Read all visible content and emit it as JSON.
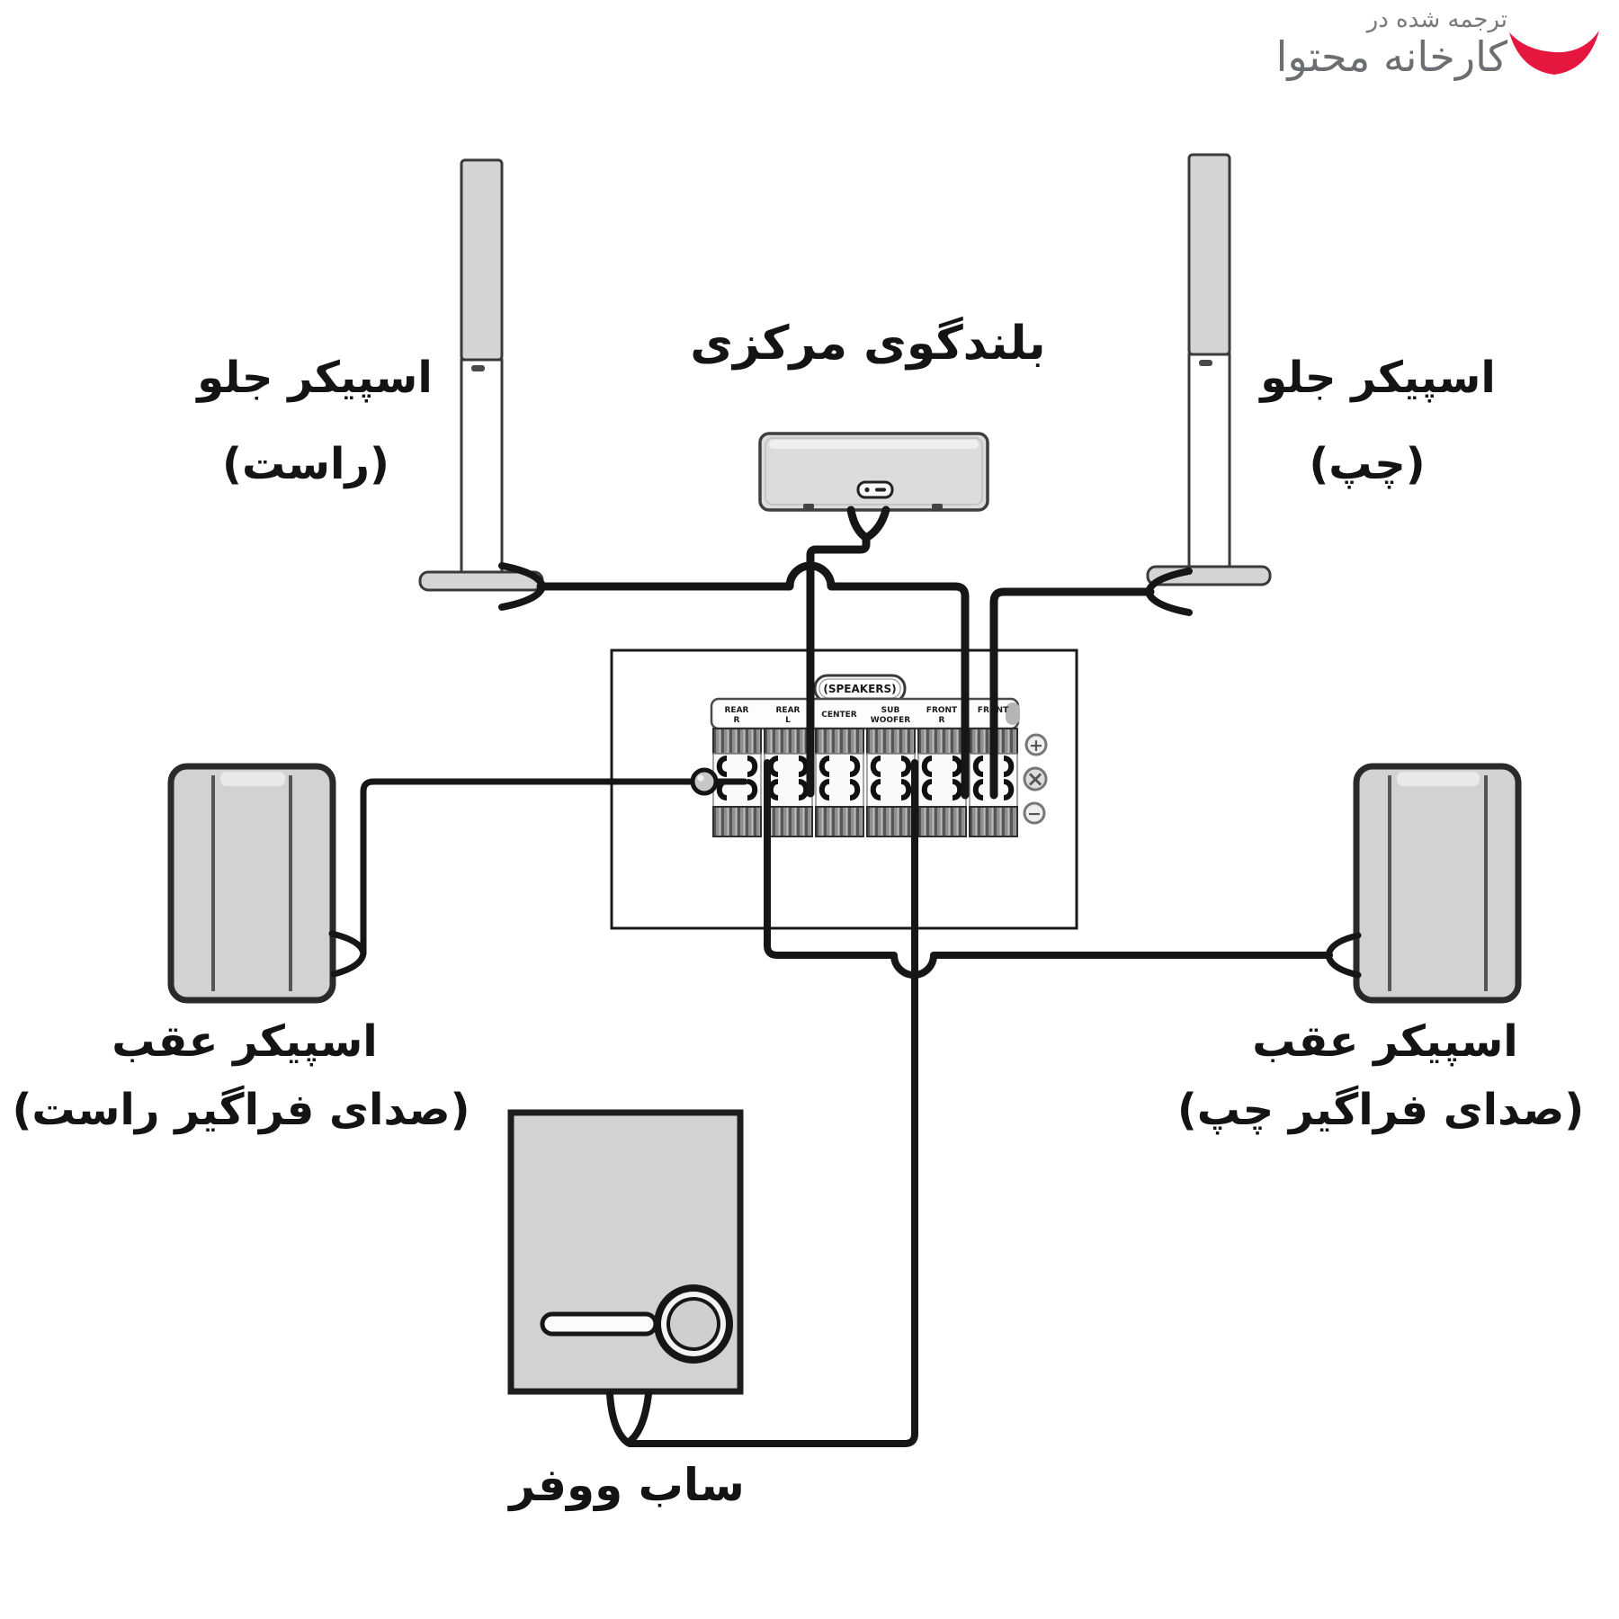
{
  "watermark": {
    "tagline": "ترجمه شده در",
    "brand": "کارخانه محتوا",
    "brand_color": "#e5173f",
    "text_color": "#6d6e71"
  },
  "labels": {
    "front_right_line1": "اسپیکر جلو",
    "front_right_line2": "(راست)",
    "front_left_line1": "اسپیکر جلو",
    "front_left_line2": "(چپ)",
    "center_speaker": "بلندگوی مرکزی",
    "rear_right_line1": "اسپیکر عقب",
    "rear_right_line2": "(صدای فراگیر راست)",
    "rear_left_line1": "اسپیکر عقب",
    "rear_left_line2": "(صدای فراگیر چپ)",
    "subwoofer": "ساب ووفر"
  },
  "receiver": {
    "panel_label": "(SPEAKERS)",
    "terminals": [
      {
        "line1": "REAR",
        "line2": "R"
      },
      {
        "line1": "REAR",
        "line2": "L"
      },
      {
        "line1": "CENTER",
        "line2": ""
      },
      {
        "line1": "SUB",
        "line2": "WOOFER"
      },
      {
        "line1": "FRONT",
        "line2": "R"
      },
      {
        "line1": "FRONT",
        "line2": "L"
      }
    ],
    "polarity": {
      "plus": "+",
      "screw": "×",
      "minus": "−"
    }
  },
  "diagram": {
    "ink_color": "#1c1c1c",
    "speaker_fill": "#d4d4d4"
  }
}
